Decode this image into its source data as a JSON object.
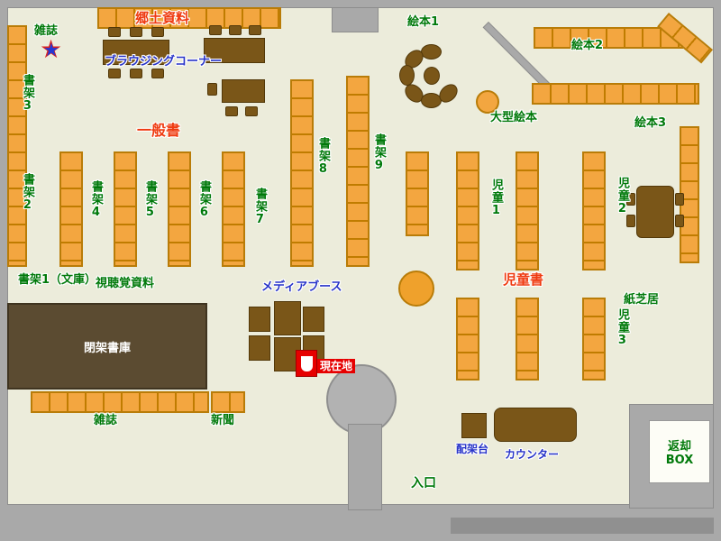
{
  "colors": {
    "floor": "#ececdb",
    "wall": "#a9a9a9",
    "shelf_orange": "#f3a640",
    "shelf_line": "#c07c00",
    "shelf_border": "#b97c08",
    "furniture_brown": "#7a5618",
    "closed_stacks_brown": "#5b4b31",
    "label_green": "#00790a",
    "label_red": "#ef3a10",
    "label_blue": "#2733c8",
    "marker_red": "#e60000"
  },
  "icons": {
    "star": "★"
  },
  "labels": {
    "magazines_top": "雑誌",
    "local_history": "郷土資料",
    "browsing_corner": "ブラウジングコーナー",
    "picture_books_1": "絵本1",
    "picture_books_2": "絵本2",
    "large_picture_books": "大型絵本",
    "picture_books_3": "絵本3",
    "general_books": "一般書",
    "shelf_3": "書架3",
    "shelf_2": "書架2",
    "shelf_4": "書架4",
    "shelf_5": "書架5",
    "shelf_6": "書架6",
    "shelf_7": "書架7",
    "shelf_8": "書架8",
    "shelf_9": "書架9",
    "shelf_1_bunko": "書架1（文庫）",
    "audio_visual": "視聴覚資料",
    "closed_stacks": "閉架書庫",
    "magazines_bottom": "雑誌",
    "newspapers": "新聞",
    "media_booth": "メディアブース",
    "you_are_here": "現在地",
    "children_1": "児童1",
    "children_2": "児童2",
    "children_3": "児童3",
    "children_books": "児童書",
    "kamishibai": "紙芝居",
    "sorting_table": "配架台",
    "counter": "カウンター",
    "return_box_line1": "返却",
    "return_box_line2": "BOX",
    "entrance": "入口"
  }
}
